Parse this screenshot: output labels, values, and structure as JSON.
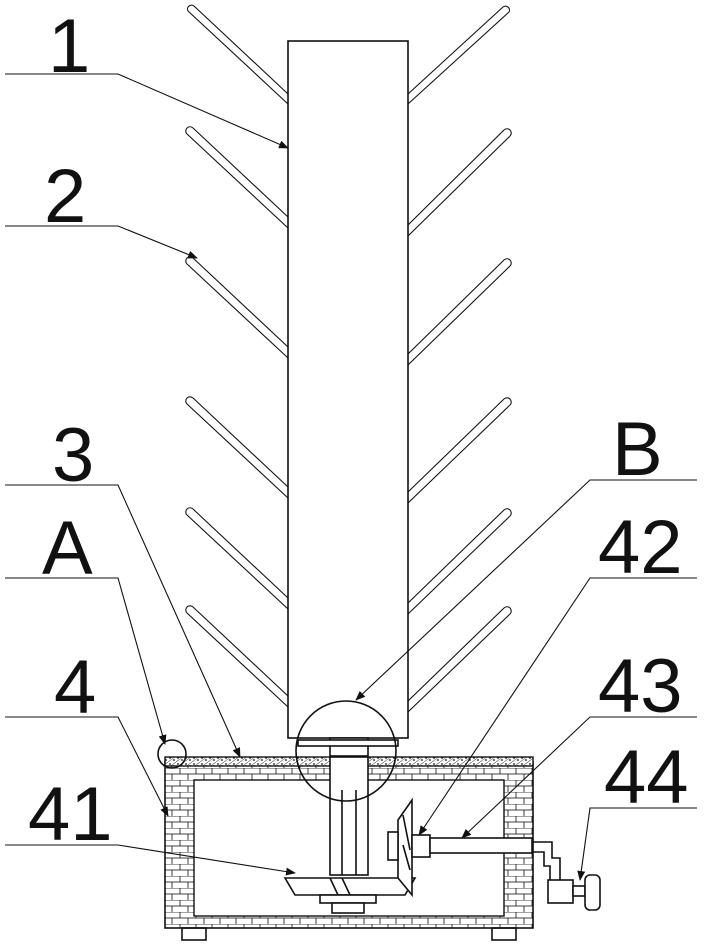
{
  "labels": {
    "l1": "1",
    "l2": "2",
    "l3": "3",
    "lA": "A",
    "lB": "B",
    "l4": "4",
    "l41": "41",
    "l42": "42",
    "l43": "43",
    "l44": "44"
  },
  "colors": {
    "line": "#111111",
    "background": "#ffffff"
  }
}
